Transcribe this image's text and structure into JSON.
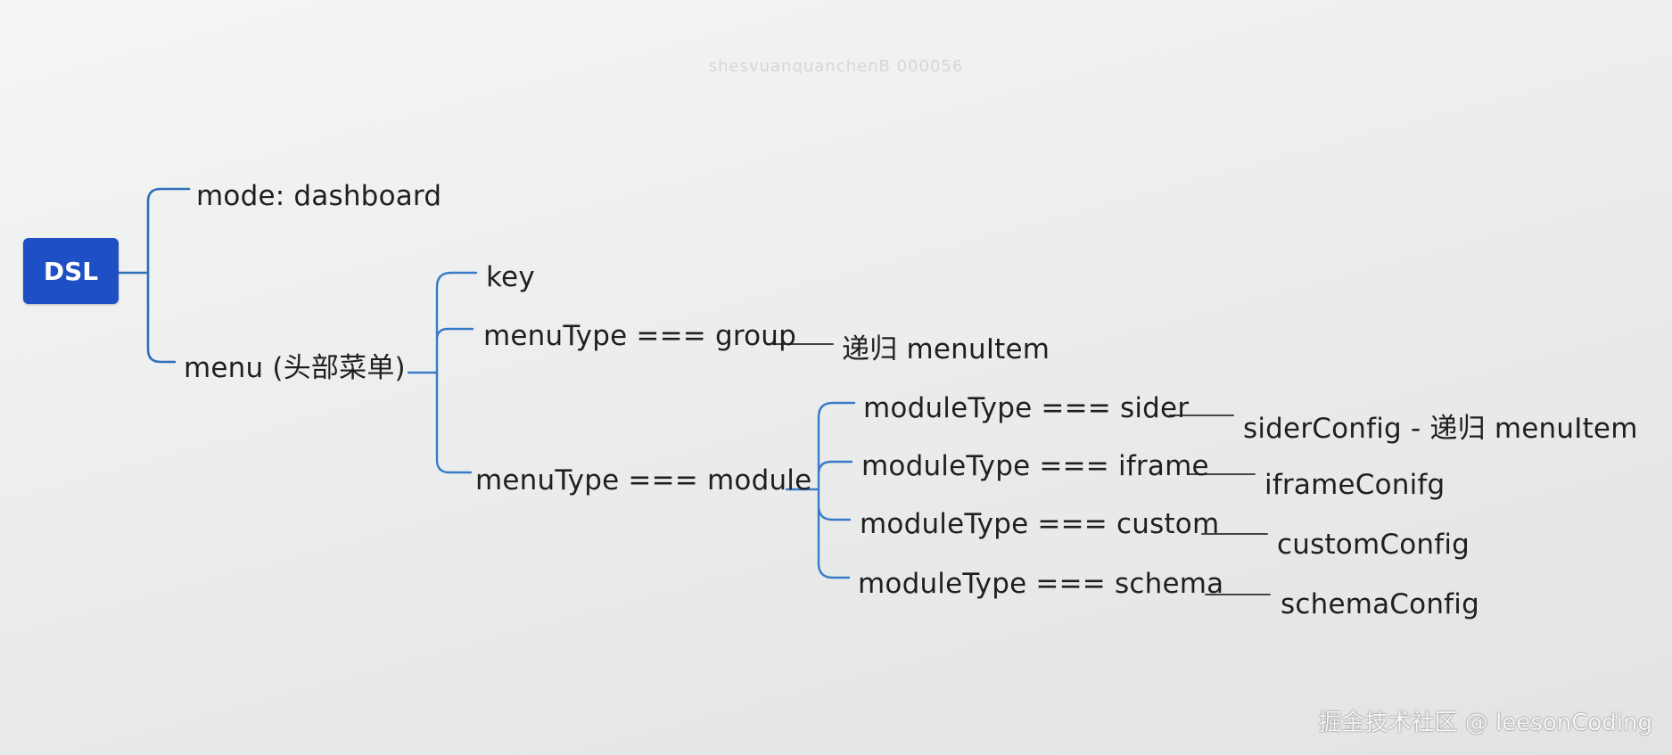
{
  "diagram": {
    "root": {
      "label": "DSL"
    },
    "nodes": {
      "mode": "mode: dashboard",
      "menu": "menu (头部菜单)",
      "key": "key",
      "group": "menuType === group",
      "recurse_group": "递归 menuItem",
      "module": "menuType === module",
      "sider": "moduleType === sider",
      "sider_config": "siderConfig - 递归 menuItem",
      "iframe": "moduleType === iframe",
      "iframe_config": "iframeConifg",
      "custom": "moduleType === custom",
      "custom_config": "customConfig",
      "schema": "moduleType === schema",
      "schema_config": "schemaConfig"
    },
    "colors": {
      "root_fill": "#1f4fc4",
      "root_text": "#ffffff",
      "level1_connector": "#2f6fb8",
      "level2_connector": "#3a7bc8",
      "level3_connector": "#3a7bc8",
      "dash_connector": "#444444"
    }
  },
  "watermarks": {
    "top": "shesvuanquanchenB 000056",
    "bottom": "掘金技术社区 @ leesonCoding"
  }
}
